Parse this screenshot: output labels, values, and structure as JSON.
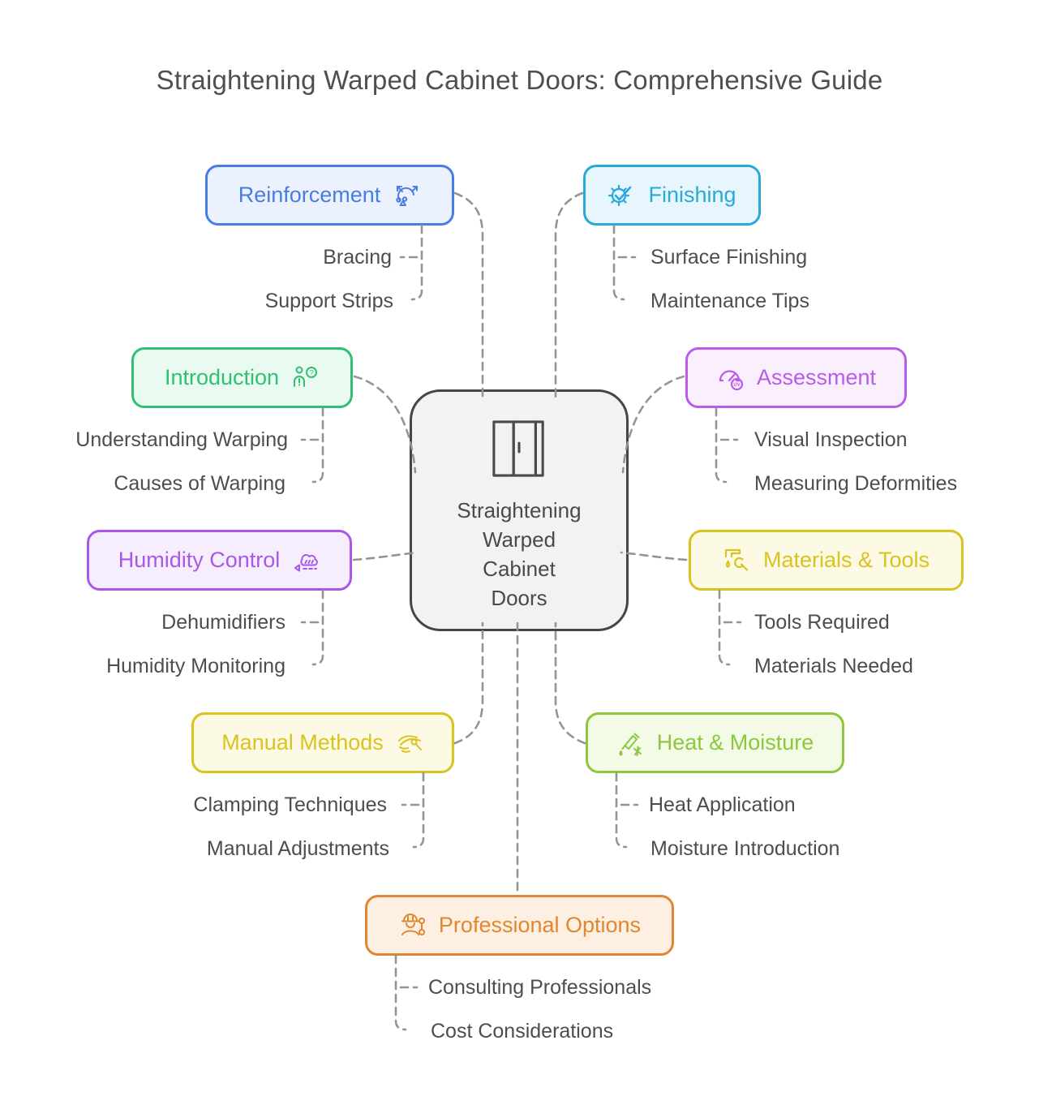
{
  "title": "Straightening Warped Cabinet Doors: Comprehensive Guide",
  "center": {
    "label": "Straightening Warped Cabinet Doors",
    "lines": [
      "Straightening",
      "Warped",
      "Cabinet",
      "Doors"
    ],
    "icon": "cabinet-door-icon"
  },
  "branches": [
    {
      "label": "Reinforcement",
      "icon": "scatter-arrows-icon",
      "icon_side": "right",
      "color": "#4a7de2",
      "bg": "#ebf2fd",
      "children": [
        "Bracing",
        "Support Strips"
      ]
    },
    {
      "label": "Finishing",
      "icon": "gear-check-icon",
      "icon_side": "left",
      "color": "#28a9d9",
      "bg": "#e6f6fc",
      "children": [
        "Surface Finishing",
        "Maintenance Tips"
      ]
    },
    {
      "label": "Introduction",
      "icon": "person-question-icon",
      "icon_side": "right",
      "color": "#30bf73",
      "bg": "#e9faf1",
      "children": [
        "Understanding Warping",
        "Causes of Warping"
      ]
    },
    {
      "label": "Assessment",
      "icon": "gauge-uv-icon",
      "icon_side": "left",
      "color": "#ba5bea",
      "bg": "#f9effd",
      "children": [
        "Visual Inspection",
        "Measuring Deformities"
      ]
    },
    {
      "label": "Humidity Control",
      "icon": "cloud-rain-icon",
      "icon_side": "right",
      "color": "#a957e8",
      "bg": "#f7eefd",
      "children": [
        "Dehumidifiers",
        "Humidity Monitoring"
      ]
    },
    {
      "label": "Materials & Tools",
      "icon": "faucet-wrench-icon",
      "icon_side": "left",
      "color": "#d9c41f",
      "bg": "#fcf9e5",
      "children": [
        "Tools Required",
        "Materials Needed"
      ]
    },
    {
      "label": "Manual Methods",
      "icon": "hand-knot-icon",
      "icon_side": "right",
      "color": "#d9c41f",
      "bg": "#fcf9e5",
      "children": [
        "Clamping Techniques",
        "Manual Adjustments"
      ]
    },
    {
      "label": "Heat & Moisture",
      "icon": "dropper-icon",
      "icon_side": "left",
      "color": "#8cc73f",
      "bg": "#f3fae6",
      "children": [
        "Heat Application",
        "Moisture Introduction"
      ]
    },
    {
      "label": "Professional Options",
      "icon": "worker-wrench-icon",
      "icon_side": "left",
      "color": "#e0872f",
      "bg": "#fdf0e3",
      "children": [
        "Consulting Professionals",
        "Cost Considerations"
      ]
    }
  ],
  "connector_color": "#949494",
  "center_border_color": "#454545",
  "text_color": "#4d4d4d"
}
